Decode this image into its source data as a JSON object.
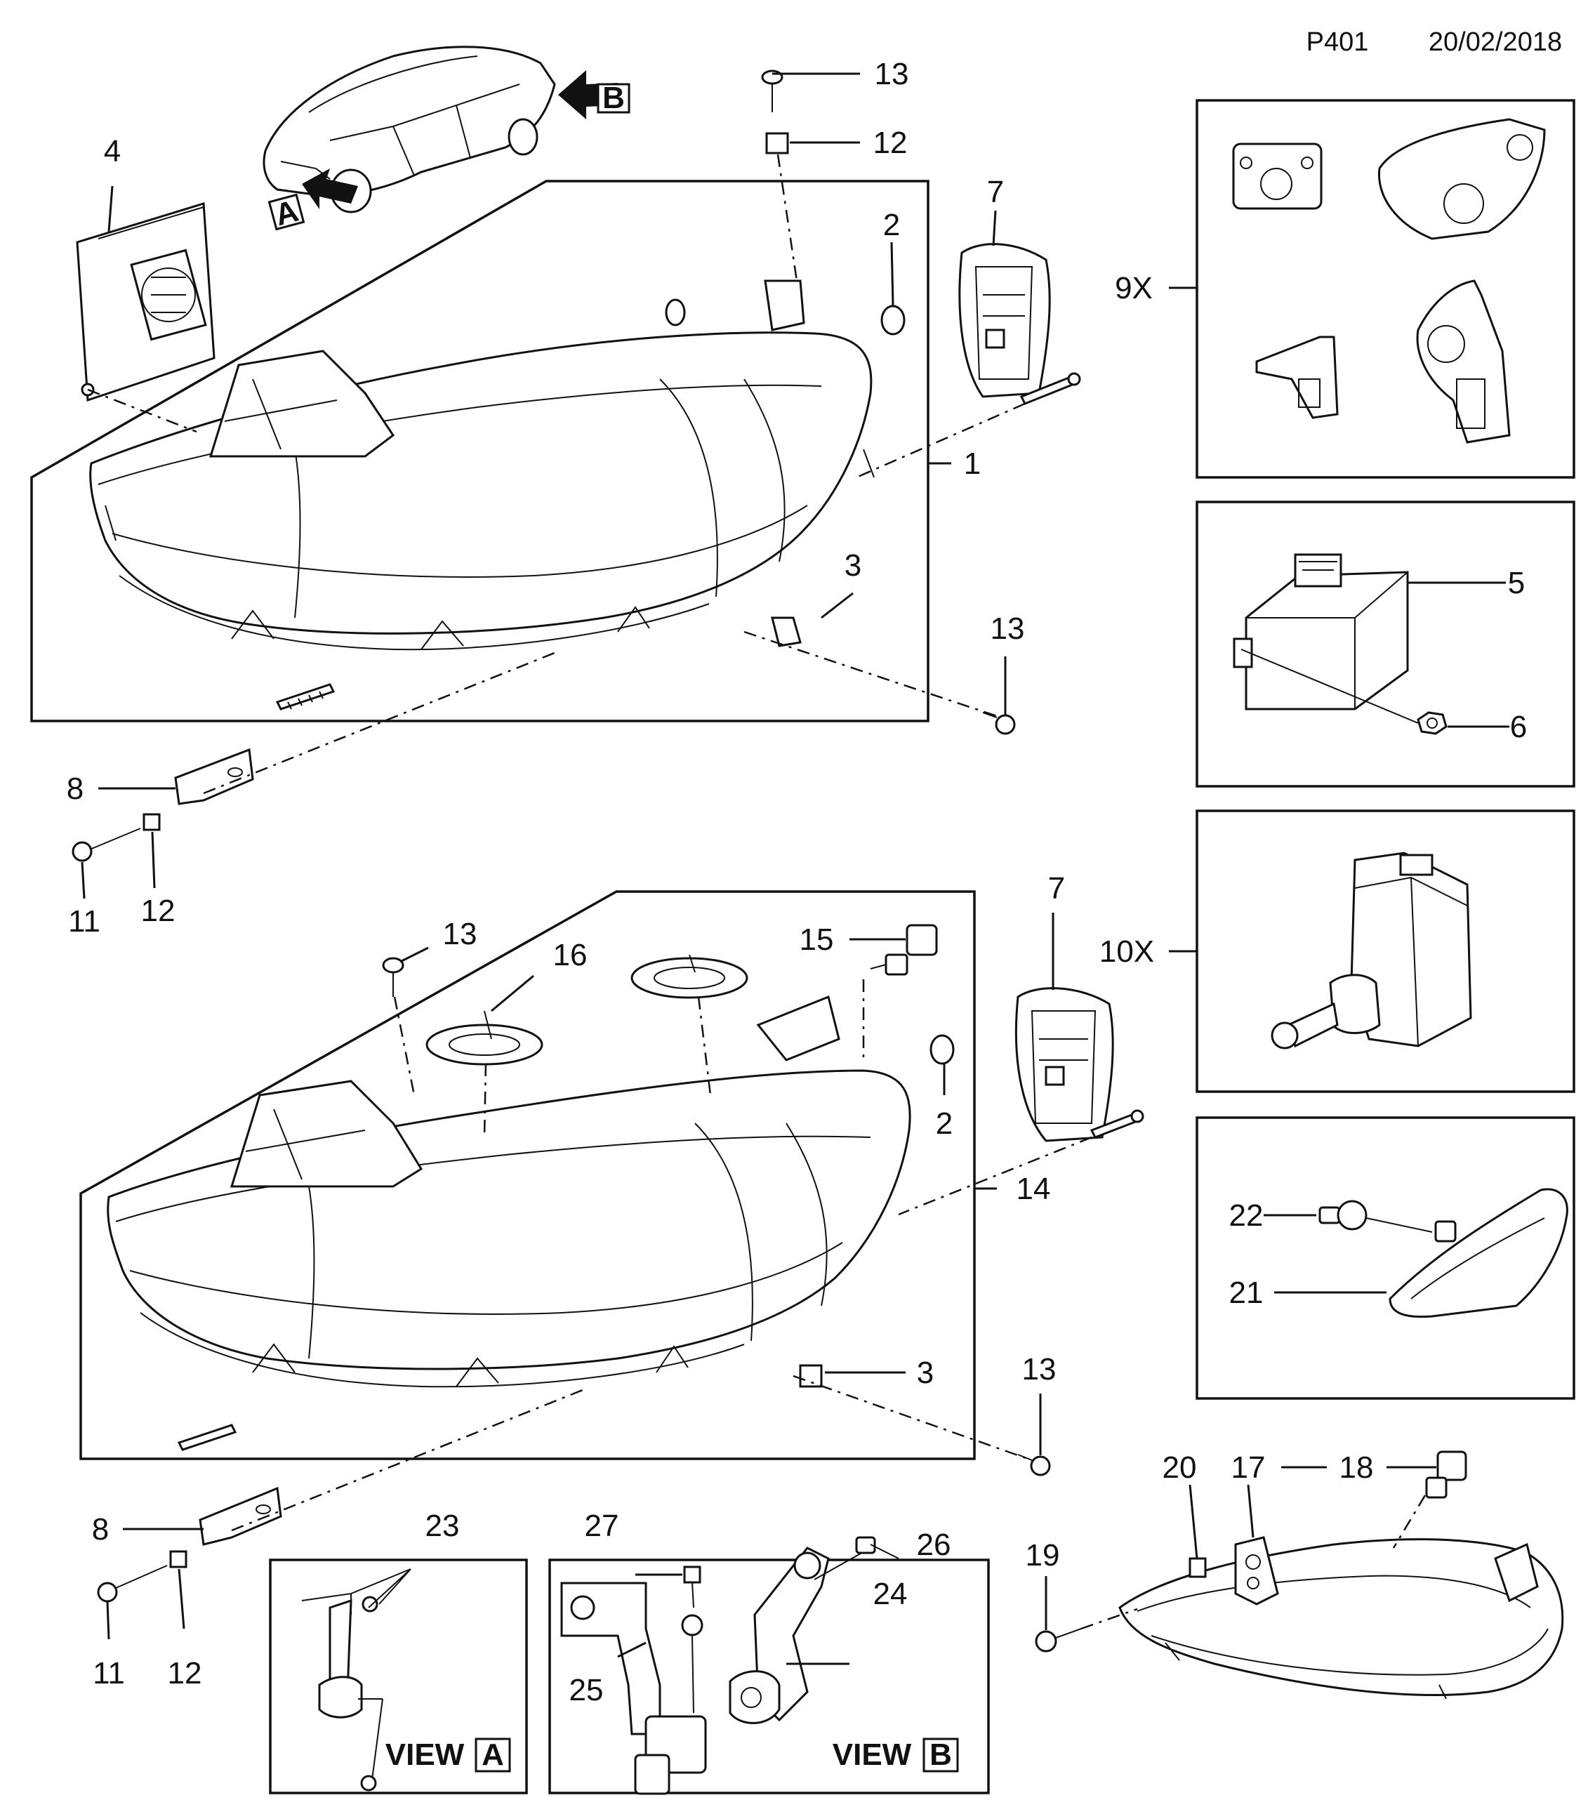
{
  "header": {
    "page_code": "P401",
    "date": "20/02/2018"
  },
  "views": {
    "a_badge": "A",
    "b_badge": "B",
    "view_a": {
      "word": "VIEW",
      "letter": "A"
    },
    "view_b": {
      "word": "VIEW",
      "letter": "B"
    }
  },
  "callouts": {
    "c1": "1",
    "c2_top": "2",
    "c2_bottom": "2",
    "c3_top": "3",
    "c3_bottom": "3",
    "c4": "4",
    "c5": "5",
    "c6": "6",
    "c7_top": "7",
    "c7_bottom": "7",
    "c8_top": "8",
    "c8_bottom": "8",
    "c9x": "9X",
    "c10x": "10X",
    "c11_top": "11",
    "c11_bottom": "11",
    "c12_top": "12",
    "c12_mid": "12",
    "c12_bottom": "12",
    "c13_top": "13",
    "c13_right": "13",
    "c13_mid": "13",
    "c13_lower": "13",
    "c14": "14",
    "c15": "15",
    "c16": "16",
    "c17": "17",
    "c18": "18",
    "c19": "19",
    "c20": "20",
    "c21": "21",
    "c22": "22",
    "c23": "23",
    "c24": "24",
    "c25": "25",
    "c26": "26",
    "c27": "27"
  }
}
